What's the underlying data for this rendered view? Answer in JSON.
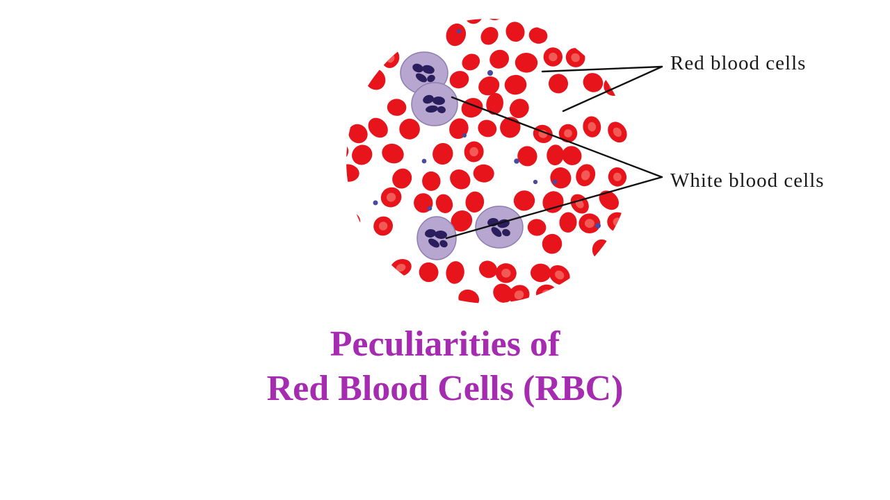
{
  "diagram": {
    "labels": {
      "rbc": "Red blood cells",
      "wbc": "White blood cells"
    },
    "icons": {
      "smear": "blood-smear-micrograph"
    }
  },
  "title": {
    "line1": "Peculiarities of",
    "line2": "Red Blood Cells (RBC)"
  },
  "colors": {
    "title": "#A52BB0",
    "rbc": "#E8141B",
    "rbc_center": "#F25A55",
    "wbc_cytoplasm": "#B7A6CF",
    "wbc_nucleus": "#2A1F5C",
    "platelet": "#4A4A9E",
    "line": "#111111"
  }
}
